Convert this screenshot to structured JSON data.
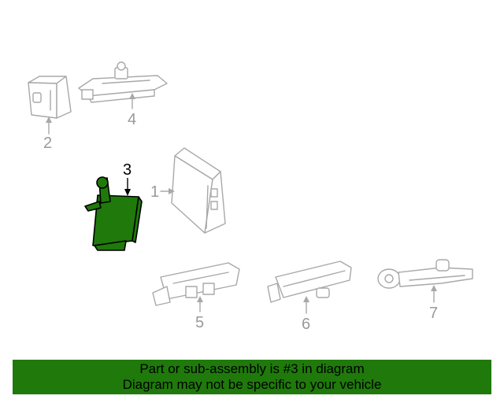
{
  "diagram": {
    "highlight_color": "#1f7a0b",
    "parts": [
      {
        "number": "1",
        "highlighted": false
      },
      {
        "number": "2",
        "highlighted": false
      },
      {
        "number": "3",
        "highlighted": true
      },
      {
        "number": "4",
        "highlighted": false
      },
      {
        "number": "5",
        "highlighted": false
      },
      {
        "number": "6",
        "highlighted": false
      },
      {
        "number": "7",
        "highlighted": false
      }
    ]
  },
  "banner": {
    "line1": "Part or sub-assembly is #3 in diagram",
    "line2": "Diagram may not be specific to your vehicle",
    "background": "#1f7a0b"
  }
}
